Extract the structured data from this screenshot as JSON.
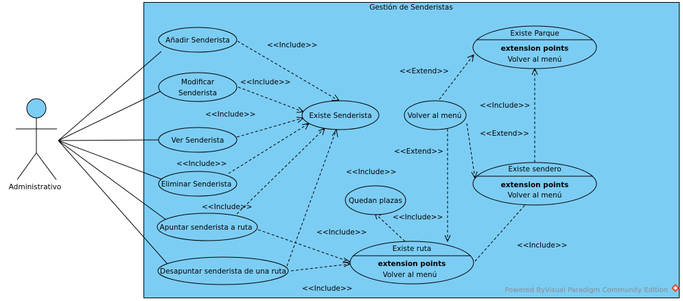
{
  "system": {
    "title": "Gestión de Senderistas"
  },
  "actor": {
    "name": "Administrativo"
  },
  "use_cases": {
    "anadir": "Añadir Senderista",
    "modificar_1": "Modificar",
    "modificar_2": "Senderista",
    "ver": "Ver Senderista",
    "eliminar": "Eliminar Senderista",
    "apuntar": "Apuntar senderista a ruta",
    "desapuntar": "Desapuntar senderista de una ruta",
    "existe_senderista": "Existe Senderista",
    "volver_menu": "Volver al menú",
    "quedan_plazas": "Quedan plazas",
    "existe_parque": "Existe Parque",
    "existe_sendero": "Existe sendero",
    "existe_ruta": "Existe ruta"
  },
  "extension": {
    "heading": "extension points",
    "point": "Volver al menú"
  },
  "stereotypes": {
    "include": "<<Include>>",
    "extend": "<<Extend>>"
  },
  "watermark": "Powered ByVisual Paradigm Community Edition"
}
